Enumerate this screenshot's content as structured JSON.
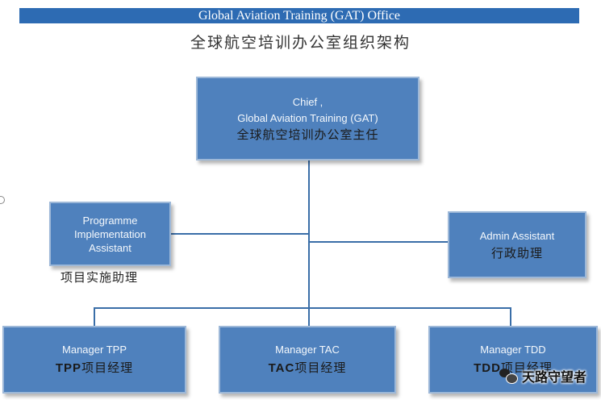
{
  "header": {
    "title": "Global Aviation Training (GAT) Office",
    "subtitle": "全球航空培训办公室组织架构"
  },
  "chief": {
    "line1": "Chief ,",
    "line2": "Global Aviation Training (GAT)",
    "zh": "全球航空培训办公室主任"
  },
  "pia": {
    "line1": "Programme",
    "line2": "Implementation",
    "line3": "Assistant",
    "caption": "项目实施助理"
  },
  "admin": {
    "line1": "Admin Assistant",
    "zh": "行政助理"
  },
  "tpp": {
    "en": "Manager TPP",
    "zh_prefix": "TPP",
    "zh": "项目经理"
  },
  "tac": {
    "en": "Manager TAC",
    "zh_prefix": "TAC",
    "zh": "项目经理"
  },
  "tdd": {
    "en": "Manager TDD",
    "zh_prefix": "TDD",
    "zh": "项目经理"
  },
  "watermark": {
    "text": "天路守望者"
  },
  "colors": {
    "box_fill": "#4f81bd",
    "title_bar": "#2d6bb3",
    "connector": "#3a6ea8"
  }
}
